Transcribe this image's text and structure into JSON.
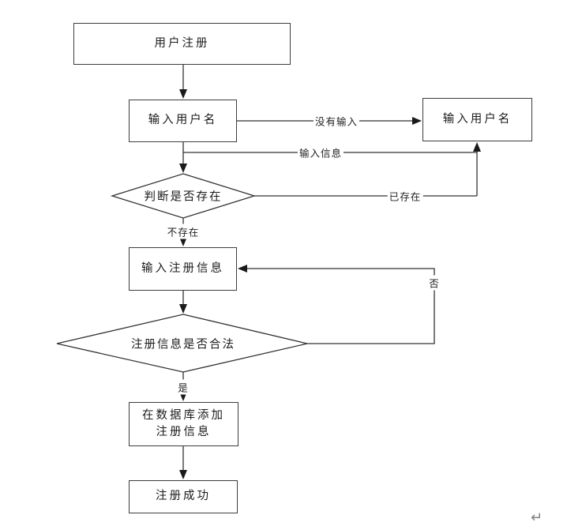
{
  "nodes": {
    "start": {
      "label": "用户注册"
    },
    "input_username": {
      "label": "输入用户名"
    },
    "retry_username": {
      "label": "输入用户名"
    },
    "check_exists": {
      "label": "判断是否存在"
    },
    "input_reg_info": {
      "label": "输入注册信息"
    },
    "check_valid": {
      "label": "注册信息是否合法"
    },
    "save_to_db": {
      "label": "在数据库添加\n注册信息"
    },
    "success": {
      "label": "注册成功"
    }
  },
  "edges": {
    "no_input": {
      "label": "没有输入"
    },
    "input_info": {
      "label": "输入信息"
    },
    "already_exists": {
      "label": "已存在"
    },
    "not_exists": {
      "label": "不存在"
    },
    "invalid": {
      "label": "否"
    },
    "valid": {
      "label": "是"
    }
  },
  "document": {
    "paragraph_mark": "↵"
  },
  "colors": {
    "line": "#333333",
    "arrowhead": "#1a1a1a",
    "box_border": "#3d3d3d",
    "background": "#ffffff",
    "paragraph_mark": "#808080"
  }
}
